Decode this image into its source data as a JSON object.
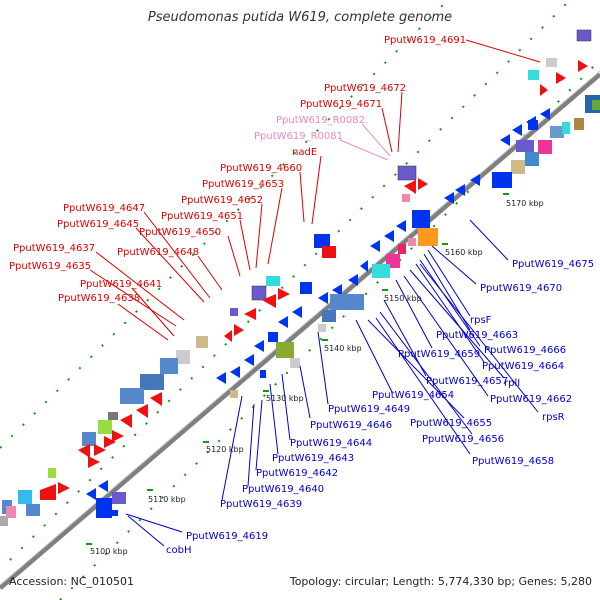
{
  "title": "Pseudomonas putida W619, complete genome",
  "footer": {
    "accession": "Accession: NC_010501",
    "summary": "Topology: circular; Length: 5,774,330 bp; Genes: 5,280"
  },
  "colors": {
    "forward_label": "#dd0000",
    "reverse_label": "#0000cc",
    "rna_label": "#ee88bb",
    "backbone": "#888888",
    "tick": "#119911"
  },
  "kbp_ticks": [
    "5100 kbp",
    "5110 kbp",
    "5120 kbp",
    "5130 kbp",
    "5140 kbp",
    "5150 kbp",
    "5160 kbp",
    "5170 kbp"
  ],
  "forward_labels": [
    "PputW619_4691",
    "PputW619_4672",
    "PputW619_4671",
    "PputW619_R0082",
    "PputW619_R0081",
    "nadE",
    "PputW619_4660",
    "PputW619_4653",
    "PputW619_4652",
    "PputW619_4651",
    "PputW619_4650",
    "PputW619_4648",
    "PputW619_4647",
    "PputW619_4645",
    "PputW619_4637",
    "PputW619_4635",
    "PputW619_4641",
    "PputW619_4638"
  ],
  "reverse_labels": [
    "PputW619_4675",
    "PputW619_4670",
    "rpsF",
    "PputW619_4663",
    "PputW619_4666",
    "PputW619_4664",
    "PputW619_4659",
    "PputW619_4657",
    "rplI",
    "PputW619_4662",
    "rpsR",
    "PputW619_4654",
    "PputW619_4655",
    "PputW619_4649",
    "PputW619_4646",
    "PputW619_4656",
    "PputW619_4658",
    "PputW619_4644",
    "PputW619_4643",
    "PputW619_4642",
    "PputW619_4640",
    "PputW619_4639",
    "PputW619_4619",
    "cobH"
  ]
}
